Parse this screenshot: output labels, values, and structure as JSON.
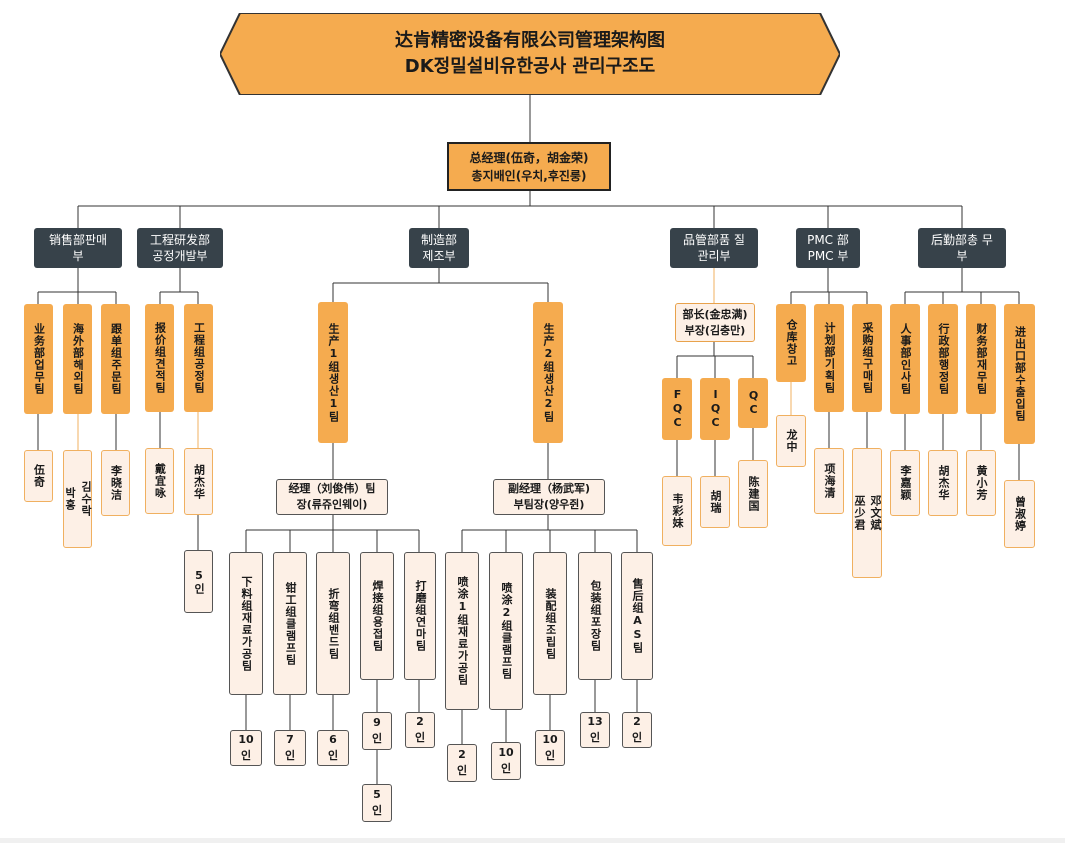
{
  "title": {
    "line1": "达肯精密设备有限公司管理架构图",
    "line2": "DK정밀설비유한공사 관리구조도"
  },
  "general_manager": "总经理(伍奇，胡金荣)\n총지배인(우치,후진룽)",
  "departments": [
    {
      "id": "sales",
      "name": "销售部판매\n부"
    },
    {
      "id": "eng",
      "name": "工程研发部\n공정개발부"
    },
    {
      "id": "mfg",
      "name": "制造部\n제조부"
    },
    {
      "id": "qa",
      "name": "品管部품 질\n관리부"
    },
    {
      "id": "pmc",
      "name": "PMC 部\nPMC 부"
    },
    {
      "id": "admin",
      "name": "后勤部총 무\n부"
    }
  ],
  "sub_groups": [
    {
      "id": "s1",
      "name": "业务部업무팀",
      "person": "伍奇"
    },
    {
      "id": "s2",
      "name": "海外部해외팀",
      "person": "김수락\n박홍"
    },
    {
      "id": "s3",
      "name": "跟单组주문팀",
      "person": "李晓洁"
    },
    {
      "id": "e1",
      "name": "报价组견적팀",
      "person": "戴宜咏"
    },
    {
      "id": "e2",
      "name": "工程组공정팀",
      "person": "胡杰华",
      "count": "5인"
    },
    {
      "id": "p1",
      "name": "仓库창고",
      "person": "龙中"
    },
    {
      "id": "p2",
      "name": "计划部기획팀",
      "person": "项海清"
    },
    {
      "id": "p3",
      "name": "采购组구매팀",
      "person": "邓文斌\n巫少君"
    },
    {
      "id": "a1",
      "name": "人事部인사팀",
      "person": "李嘉颖"
    },
    {
      "id": "a2",
      "name": "行政部행정팀",
      "person": "胡杰华"
    },
    {
      "id": "a3",
      "name": "财务部재무팀",
      "person": "黄小芳"
    },
    {
      "id": "a4",
      "name": "进出口部수출입팀",
      "person": "曾淑婷"
    }
  ],
  "qa": {
    "head": "部长(金忠满)\n부장(김충만)",
    "teams": [
      {
        "id": "fqc",
        "name": "FQC",
        "person": "韦彩妹"
      },
      {
        "id": "iqc",
        "name": "IQC",
        "person": "胡瑞"
      },
      {
        "id": "qc",
        "name": "QC",
        "person": "陈建国"
      }
    ]
  },
  "production": [
    {
      "id": "line1",
      "name": "生产1组생산1팀",
      "manager": "经理（刘俊伟）팀\n장(류쥬인웨이)",
      "teams": [
        {
          "name": "下料组재료가공팀",
          "count": "10\n인"
        },
        {
          "name": "钳工组클램프팀",
          "count": "7\n인"
        },
        {
          "name": "折弯组밴드팀",
          "count": "6\n인"
        },
        {
          "name": "焊接组용접팀",
          "count": "9\n인",
          "count2": "5\n인"
        },
        {
          "name": "打磨组연마팀",
          "count": "2\n인"
        }
      ]
    },
    {
      "id": "line2",
      "name": "生产2组생산2팀",
      "manager": "副经理（杨武军)\n부팀장(양우쥔)",
      "teams": [
        {
          "name": "喷涂1组재료가공팀",
          "count": "2\n인"
        },
        {
          "name": "喷涂2组클램프팀",
          "count": "10\n인"
        },
        {
          "name": "装配组조립팀",
          "count": "10\n인"
        },
        {
          "name": "包装组포장팀",
          "count": "13\n인"
        },
        {
          "name": "售后组AS팀",
          "count": "2\n인"
        }
      ]
    }
  ],
  "colors": {
    "orange": "#f5ab4f",
    "dark": "#37424a",
    "light": "#fdf0e6",
    "line": "#333333",
    "orange_line": "#f0b060"
  }
}
